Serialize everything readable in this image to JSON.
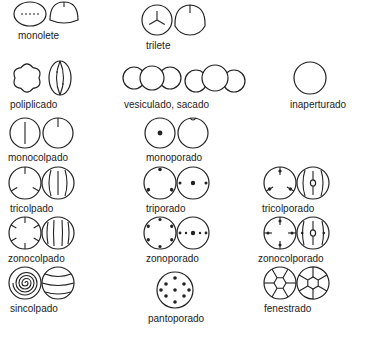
{
  "diagram": {
    "labels": [
      "monolete",
      "trilete",
      "poliplicado",
      "vesiculado, sacado",
      "inaperturado",
      "monocolpado",
      "monoporado",
      "tricolpado",
      "triporado",
      "tricolporado",
      "zonocolpado",
      "zonoporado",
      "zonocolporado",
      "sincolpado",
      "pantoporado",
      "fenestrado"
    ]
  }
}
